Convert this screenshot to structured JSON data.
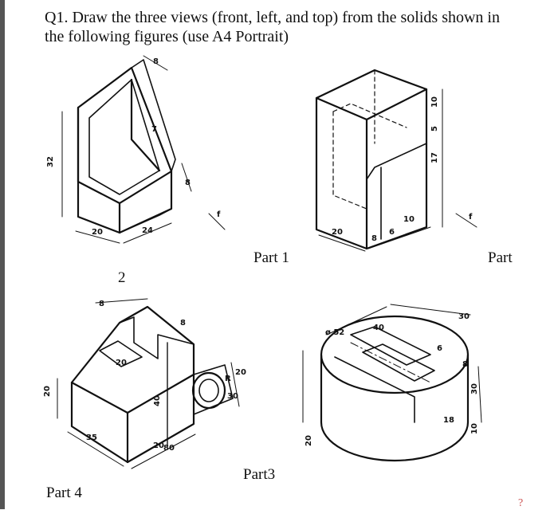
{
  "question": {
    "line1": "Q1. Draw the three views (front, left, and top) from the solids shown in",
    "line2": "the following figures (use A4 Portrait)"
  },
  "labels": {
    "part1": "Part 1",
    "part2_prefix": "Part",
    "part2_number": "2",
    "part3": "Part3",
    "part4": "Part 4",
    "corner_mark": "?"
  },
  "dimensions": {
    "fig1": [
      "32",
      "20",
      "24",
      "8",
      "8",
      "7",
      "f"
    ],
    "fig2": [
      "20",
      "8",
      "6",
      "10",
      "17",
      "5",
      "10",
      "f"
    ],
    "fig3": [
      "20",
      "8",
      "20",
      "8",
      "35",
      "40",
      "80",
      "R",
      "20",
      "30",
      "20"
    ],
    "fig4": [
      "ø 52",
      "40",
      "30",
      "8",
      "6",
      "30",
      "10",
      "18",
      "20"
    ]
  }
}
